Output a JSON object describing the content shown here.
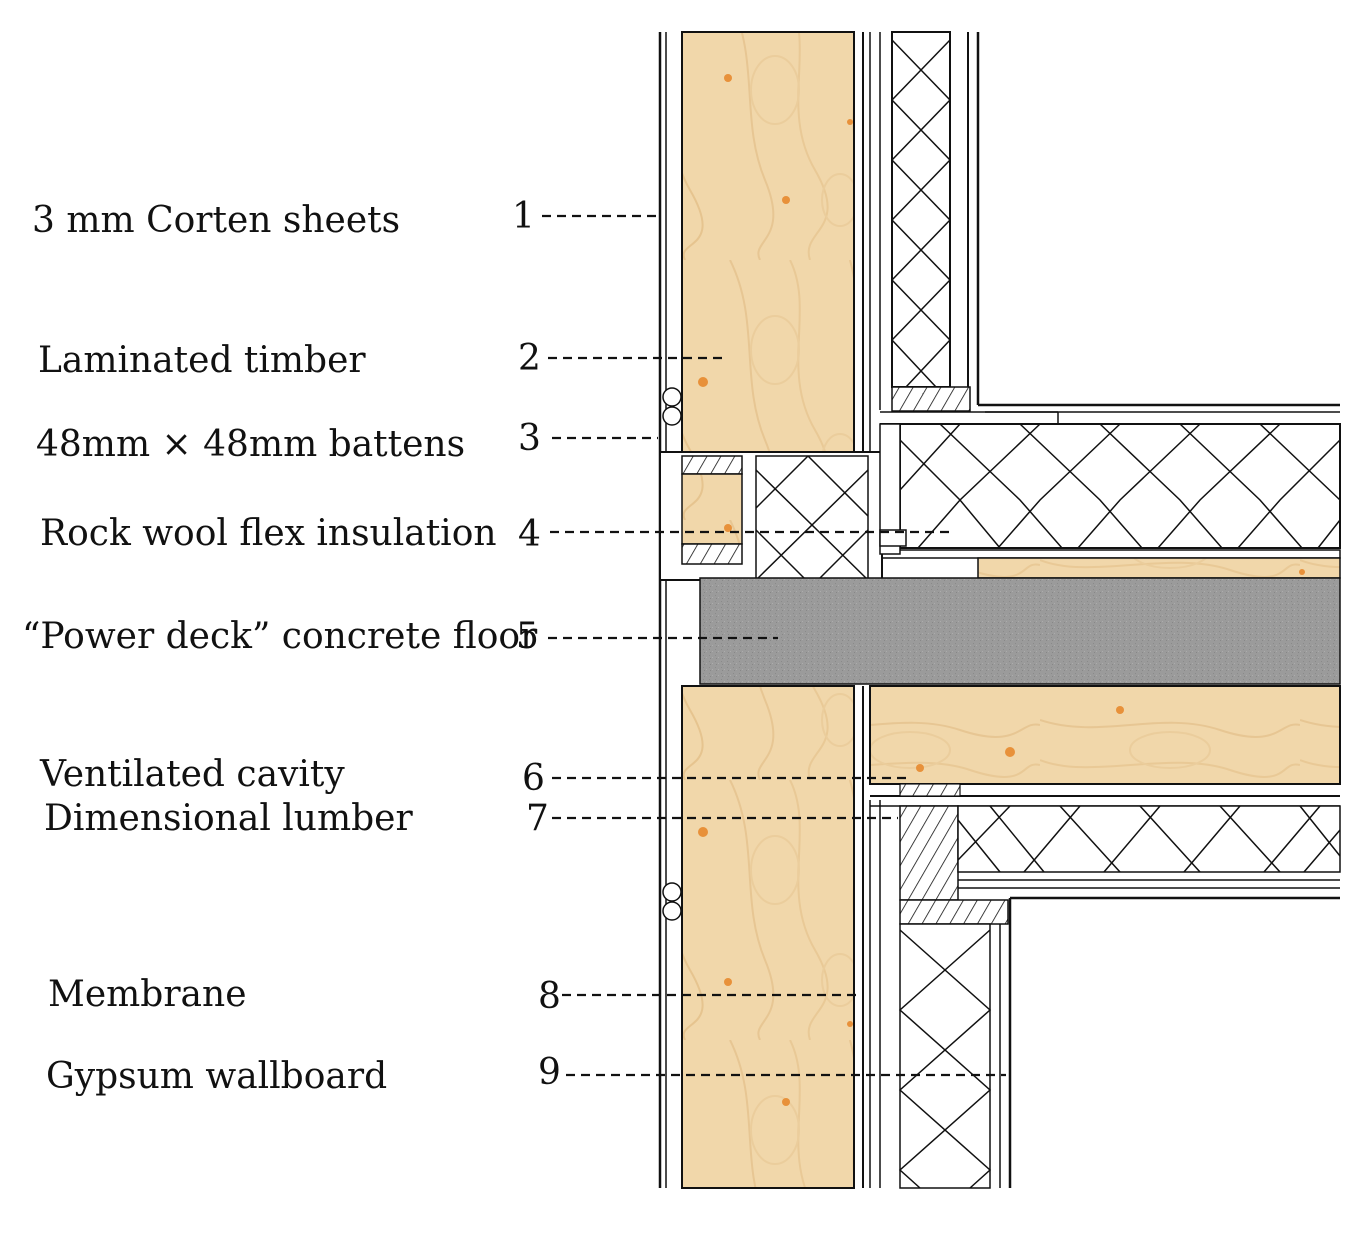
{
  "figure": {
    "description_items": [
      {
        "number": "1",
        "label": "3 mm Corten sheets"
      },
      {
        "number": "2",
        "label": "Laminated timber"
      },
      {
        "number": "3",
        "label": "48mm × 48mm battens"
      },
      {
        "number": "4",
        "label": "Rock wool flex insulation"
      },
      {
        "number": "5",
        "label": "“Power deck” concrete floor"
      },
      {
        "number": "6",
        "label": "Ventilated cavity"
      },
      {
        "number": "7",
        "label": "Dimensional lumber"
      },
      {
        "number": "8",
        "label": "Membrane"
      },
      {
        "number": "9",
        "label": "Gypsum wallboard"
      }
    ]
  },
  "colors": {
    "timber": "#f1d7aa",
    "timber_grain": "#e4bf86",
    "timber_knot": "#e8913a",
    "concrete": "#9a9a9a",
    "line": "#111111",
    "background": "#ffffff"
  }
}
